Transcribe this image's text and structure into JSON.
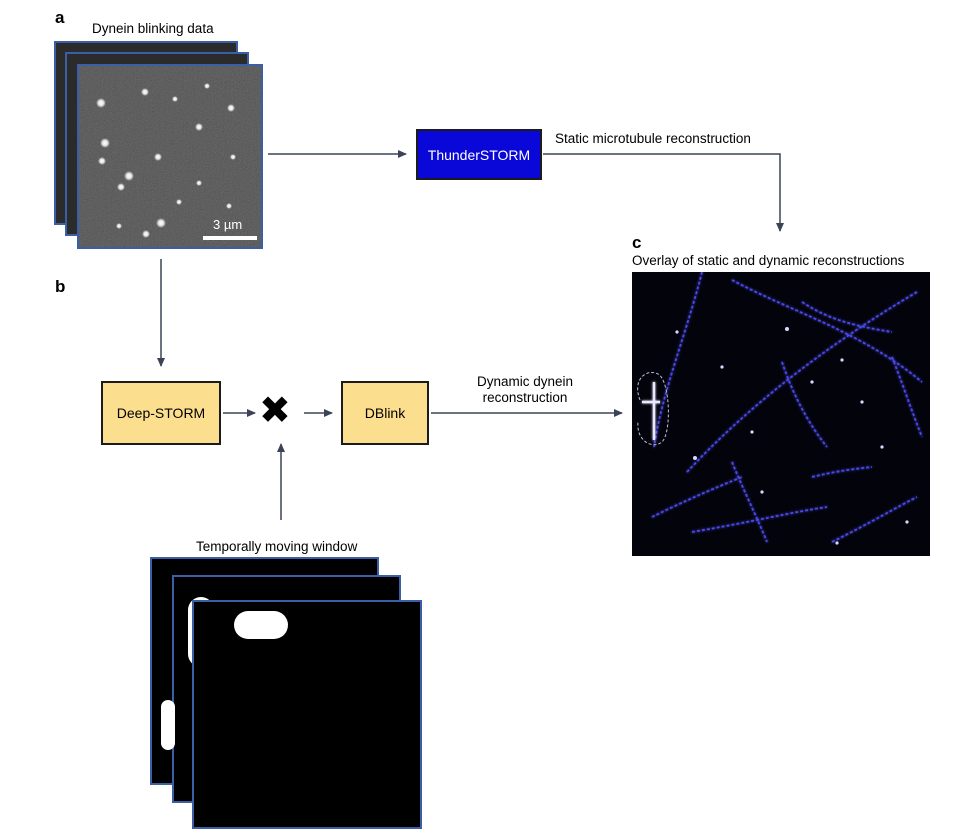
{
  "panels": {
    "a": "a",
    "b": "b",
    "c": "c"
  },
  "captions": {
    "blinking": "Dynein blinking data",
    "static_recon": "Static microtubule reconstruction",
    "overlay": "Overlay of static and dynamic reconstructions",
    "dynamic_recon": "Dynamic dynein reconstruction",
    "window": "Temporally moving window"
  },
  "scale_bar": "3 µm",
  "boxes": {
    "thunderstorm": "ThunderSTORM",
    "deep_storm": "Deep-STORM",
    "dblink": "DBlink"
  },
  "multiply_symbol": "✖",
  "colors": {
    "frame_border": "#3b5fa6",
    "thunderstorm_fill": "#0a08d8",
    "yellow_fill": "#fcdf8e",
    "arrow": "#3a4456"
  }
}
